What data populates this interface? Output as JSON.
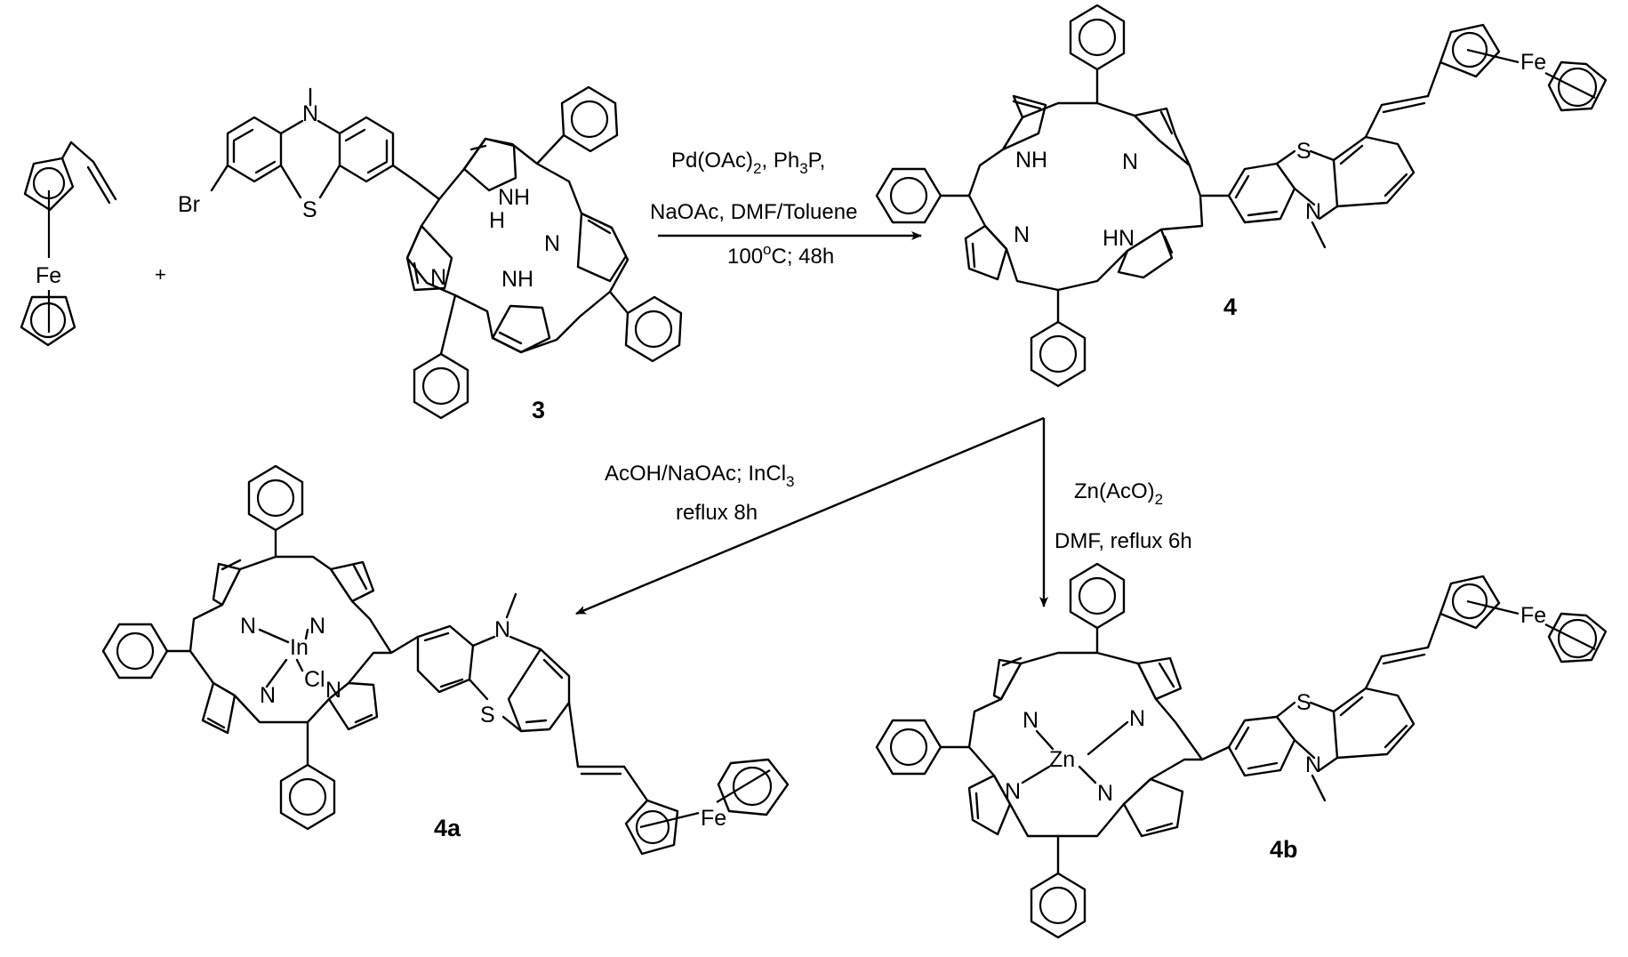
{
  "compounds": {
    "vinylferrocene": {
      "fe": "Fe"
    },
    "c3": {
      "label": "3",
      "br": "Br",
      "s": "S",
      "n_methyl": "N",
      "nh_top": "NH",
      "nh_top_h": "H",
      "n_left": "N",
      "n_right": "N",
      "nh_bottom": "NH"
    },
    "c4": {
      "label": "4",
      "nh": "NH",
      "n_tr": "N",
      "n_bl": "N",
      "hn": "HN",
      "s": "S",
      "n_methyl": "N",
      "fe": "Fe"
    },
    "c4a": {
      "label": "4a",
      "n_tl": "N",
      "n_tr": "N",
      "n_bl": "N",
      "n_br": "N",
      "metal": "In",
      "cl": "Cl",
      "s": "S",
      "n_methyl": "N",
      "fe": "Fe"
    },
    "c4b": {
      "label": "4b",
      "n_tl": "N",
      "n_tr": "N",
      "n_bl": "N",
      "n_br": "N",
      "metal": "Zn",
      "s": "S",
      "n_methyl": "N",
      "fe": "Fe"
    }
  },
  "reactions": {
    "plus": "+",
    "step1": {
      "line1_a": "Pd(OAc)",
      "line1_sub": "2",
      "line1_b": ", Ph",
      "line1_sub2": "3",
      "line1_c": "P,",
      "line2": "NaOAc, DMF/Toluene",
      "line3_a": "100",
      "line3_sup": "o",
      "line3_b": "C; 48h"
    },
    "step2a": {
      "line1": "AcOH/NaOAc; InCl",
      "line1_sub": "3",
      "line2": "reflux 8h"
    },
    "step2b": {
      "line1": "Zn(AcO)",
      "line1_sub": "2",
      "line2": "DMF,  reflux 6h"
    }
  }
}
